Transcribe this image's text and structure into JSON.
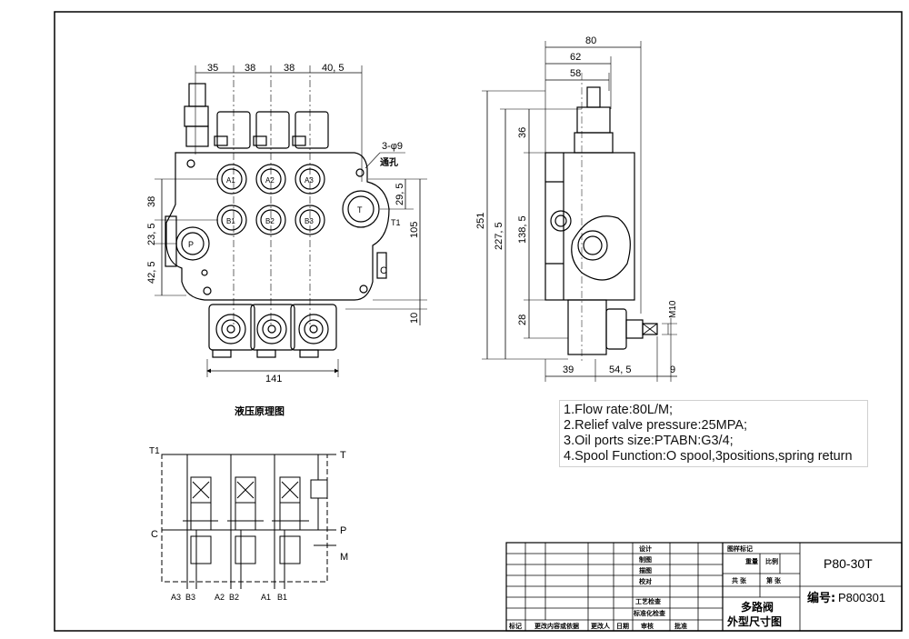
{
  "front_view": {
    "top_dims": [
      "35",
      "38",
      "38",
      "40, 5"
    ],
    "port_labels_a": [
      "A1",
      "A2",
      "A3"
    ],
    "port_labels_b": [
      "B1",
      "B2",
      "B3"
    ],
    "left_dims": [
      "38",
      "23, 5",
      "42, 5"
    ],
    "right_dims": [
      "29, 5",
      "105",
      "10"
    ],
    "bottom_dim": "141",
    "hole_note": "3-φ9",
    "hole_note_2": "通孔",
    "port_p": "P",
    "port_t": "T",
    "port_t1": "T1",
    "port_c": "C"
  },
  "side_view": {
    "top_dims": [
      "80",
      "62",
      "58"
    ],
    "left_dims": [
      "251",
      "227, 5",
      "36",
      "138, 5",
      "28"
    ],
    "bottom_dims": [
      "39",
      "54, 5",
      "9"
    ],
    "thread": "M10"
  },
  "schematic": {
    "title": "液压原理图",
    "left_labels": [
      "T1",
      "C"
    ],
    "right_labels": [
      "T",
      "P",
      "M"
    ],
    "bottom_labels": [
      "A3",
      "B3",
      "A2",
      "B2",
      "A1",
      "B1"
    ]
  },
  "notes": [
    "1.Flow rate:80L/M;",
    "2.Relief valve pressure:25MPA;",
    "3.Oil ports size:PTABN:G3/4;",
    "4.Spool Function:O spool,3positions,spring return"
  ],
  "title_block": {
    "sign_rows": [
      "设计",
      "制图",
      "描图",
      "校对",
      "工艺检查",
      "标准化检查"
    ],
    "bottom_row": [
      "标记",
      "更改内容或依据",
      "更改人",
      "日期",
      "审核",
      "批准"
    ],
    "material_label": "图样标记",
    "weight_label": "重量",
    "scale_label": "比例",
    "sheets_label": "共 张",
    "sheet_label": "第 张",
    "model": "P80-30T",
    "code_label": "编号:",
    "code": "P800301",
    "name_line1": "多路阀",
    "name_line2": "外型尺寸图"
  }
}
